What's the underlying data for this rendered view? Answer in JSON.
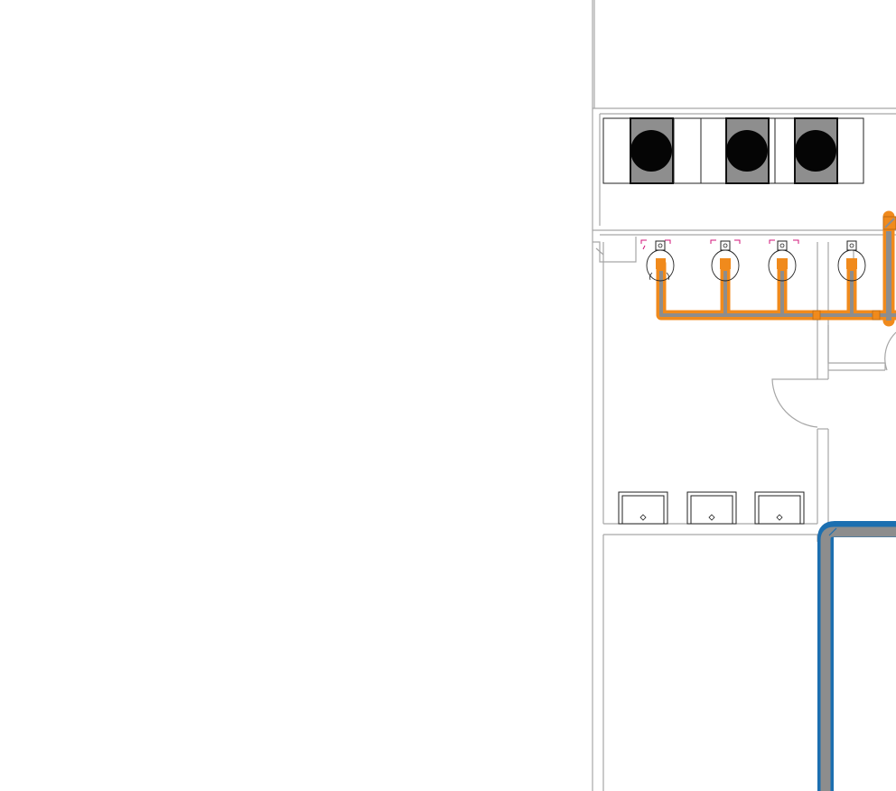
{
  "drawing": {
    "kind": "MEP floor plan (partial view)",
    "colors": {
      "background": "#ffffff",
      "walls": "#a6a6a6",
      "pipe_orange": "#f08a1c",
      "pipe_grey": "#8d8d8d",
      "pipe_blue": "#1c6fb0",
      "fixture_clearance": "#d0147a",
      "fan_housing": "#8e8e8e",
      "fan_disc": "#050505"
    },
    "elements": {
      "fan_units": 3,
      "toilets": 4,
      "sinks": 3,
      "orange_pipe_branches": 4,
      "blue_duct_runs": 1
    }
  }
}
